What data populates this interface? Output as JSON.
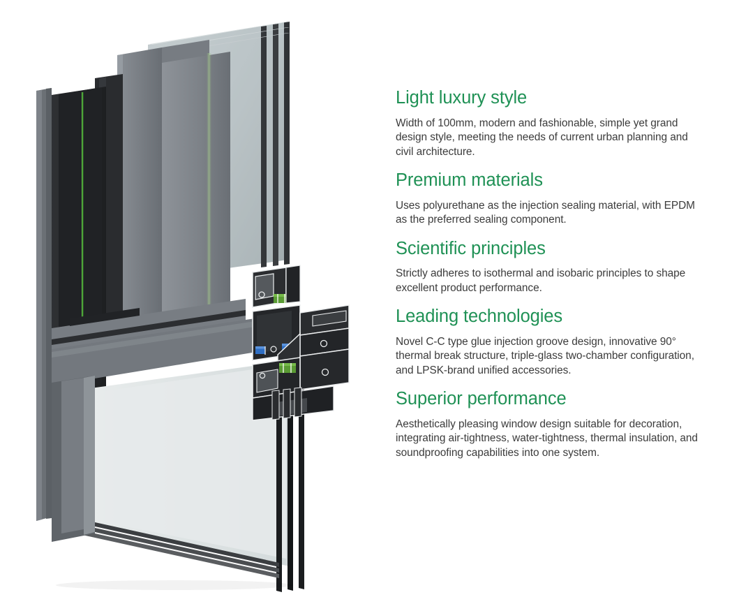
{
  "colors": {
    "heading_green": "#1f9155",
    "body_text": "#3b3b3b",
    "background": "#ffffff",
    "thermal_break_green": "#5a9b34",
    "gasket_blue": "#2f6fc4",
    "aluminium_mid_gray": "#6e7378",
    "aluminium_dark": "#2b2d30",
    "glass_tint": "#dfe5e6"
  },
  "product_image": {
    "alt": "Cutaway 3D render of a thermally broken aluminium window profile with triple glazing",
    "components": [
      "outer aluminium frame",
      "inner sash profile",
      "triple-glass two-chamber glazing unit",
      "polyurethane injection sealing",
      "EPDM sealing gaskets",
      "90-degree thermal break strips"
    ]
  },
  "features": [
    {
      "title": "Light luxury style",
      "body": "Width of 100mm, modern and fashionable, simple yet grand design style, meeting the needs of current urban planning and civil architecture."
    },
    {
      "title": "Premium materials",
      "body": "Uses polyurethane as the injection sealing material, with EPDM as the preferred sealing component."
    },
    {
      "title": "Scientific principles",
      "body": "Strictly adheres to isothermal and isobaric principles to shape excellent product performance."
    },
    {
      "title": "Leading technologies",
      "body": "Novel C-C type glue injection groove design, innovative 90° thermal break structure, triple-glass two-chamber configuration, and LPSK-brand unified accessories."
    },
    {
      "title": "Superior performance",
      "body": "Aesthetically pleasing window design suitable for decoration, integrating air-tightness, water-tightness, thermal insulation, and soundproofing capabilities into one system."
    }
  ]
}
